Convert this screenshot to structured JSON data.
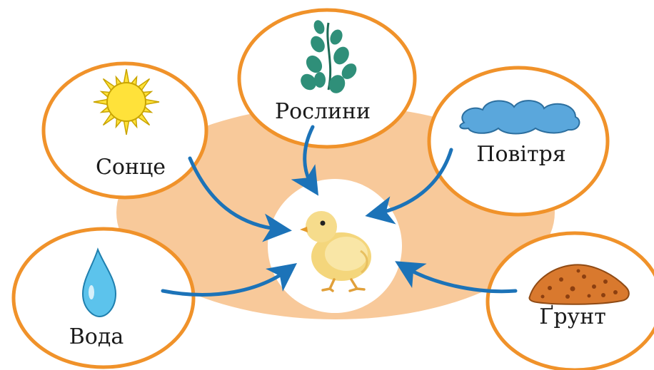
{
  "diagram": {
    "center": {
      "icon": "chick-icon"
    },
    "nodes": [
      {
        "id": "sun",
        "label": "Сонце",
        "icon": "sun-icon"
      },
      {
        "id": "plants",
        "label": "Рослини",
        "icon": "plant-icon"
      },
      {
        "id": "air",
        "label": "Повітря",
        "icon": "cloud-icon"
      },
      {
        "id": "water",
        "label": "Вода",
        "icon": "water-drop-icon"
      },
      {
        "id": "soil",
        "label": "Ґрунт",
        "icon": "soil-pile-icon"
      }
    ]
  },
  "colors": {
    "background_ellipse": "#f8c99a",
    "circle_border": "#f0922a",
    "arrow": "#1c73b8",
    "sun_fill": "#ffe23a",
    "sun_stroke": "#c9a400",
    "leaf": "#2f8f79",
    "cloud": "#5aa7dc",
    "drop": "#5cc3ec",
    "soil": "#d9792e",
    "chick": "#f6dc8c"
  }
}
